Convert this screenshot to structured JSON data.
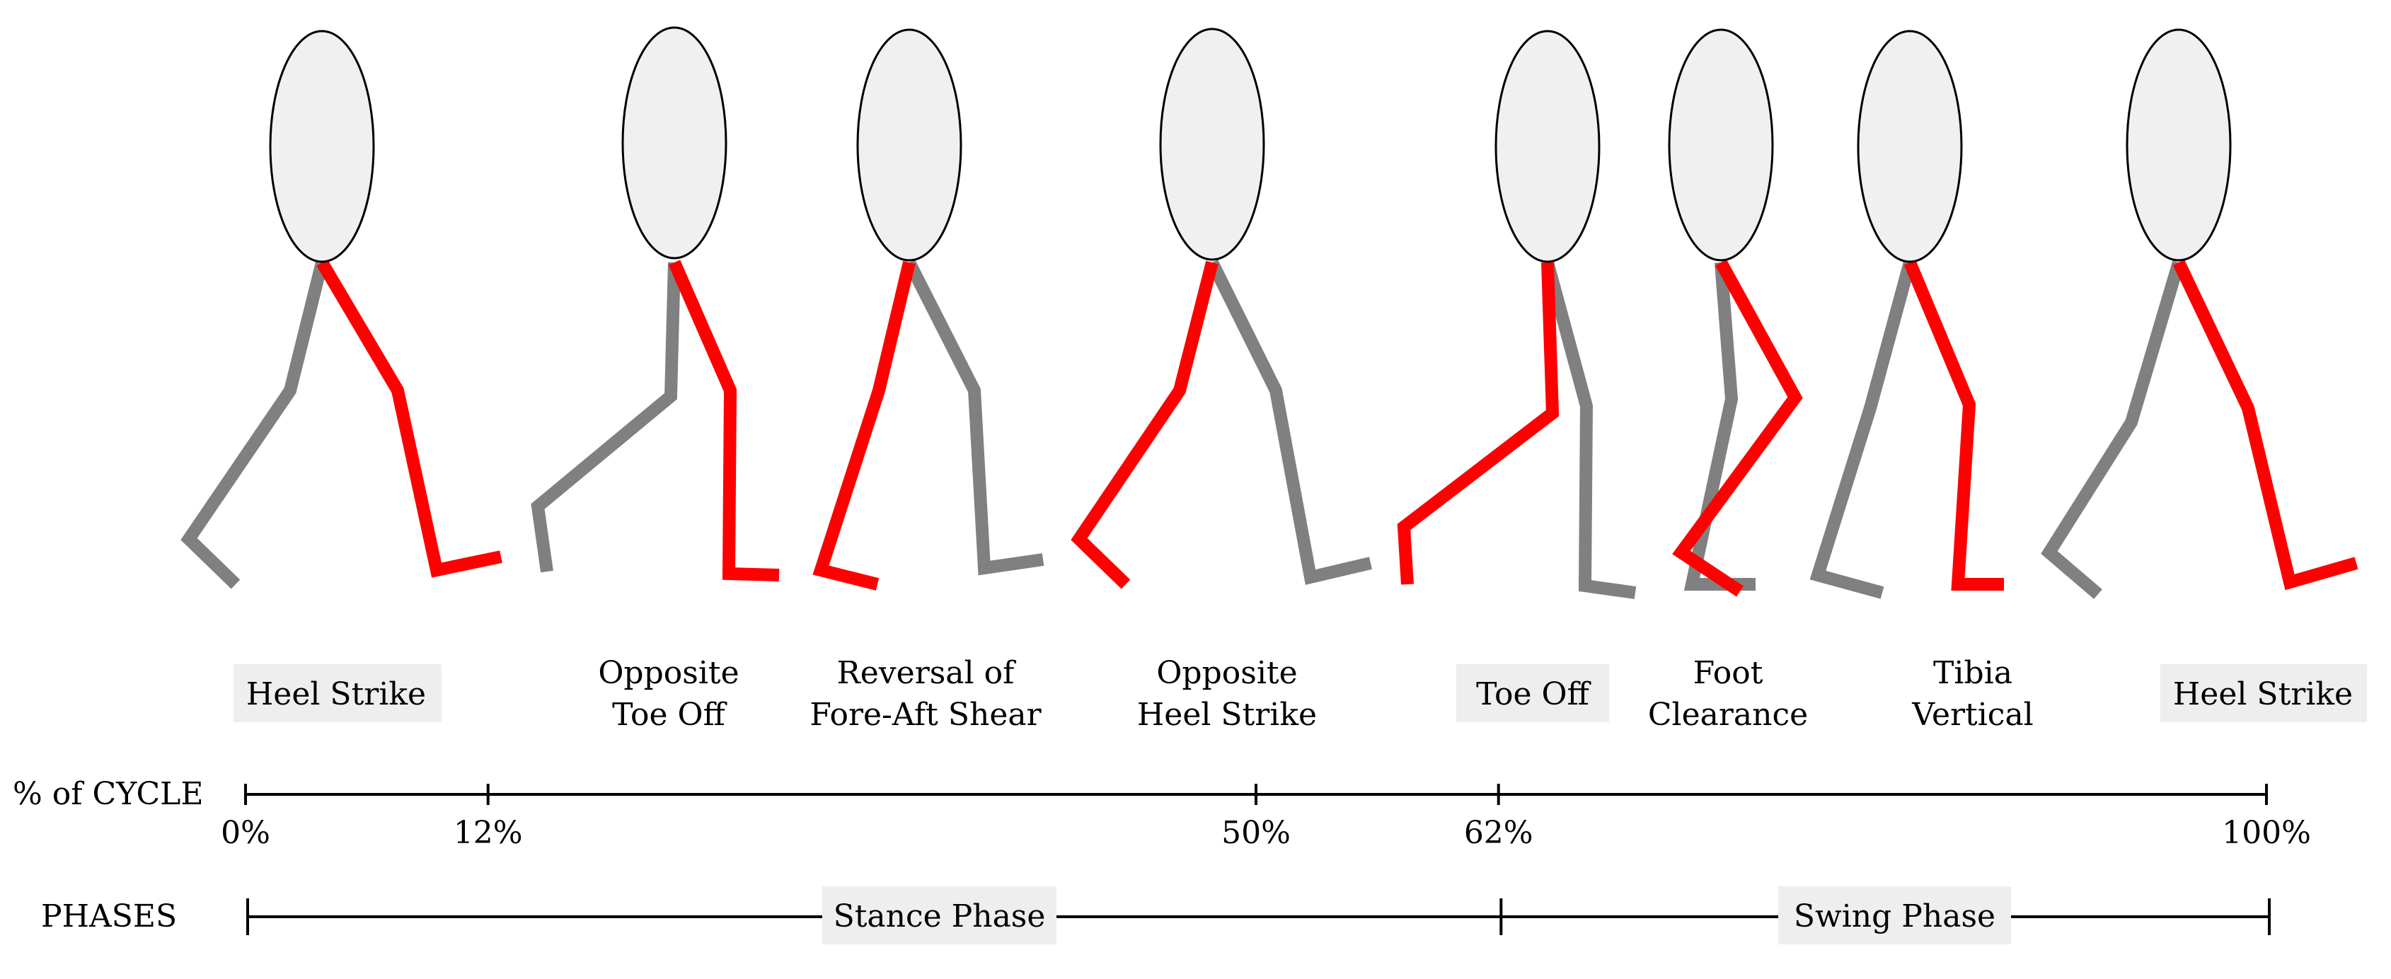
{
  "colors": {
    "stance_leg": "#ff0000",
    "swing_leg": "#808080",
    "head_fill": "#f0f0f0",
    "head_stroke": "#000000",
    "label_box": "#eeeeee",
    "axis": "#000000"
  },
  "events": [
    {
      "id": "heel-strike-start",
      "lines": [
        "Heel Strike"
      ],
      "boxed": true
    },
    {
      "id": "opposite-toe-off",
      "lines": [
        "Opposite",
        "Toe Off"
      ],
      "boxed": false
    },
    {
      "id": "reversal-fore-aft-shear",
      "lines": [
        "Reversal of",
        "Fore-Aft Shear"
      ],
      "boxed": false
    },
    {
      "id": "opposite-heel-strike",
      "lines": [
        "Opposite",
        "Heel Strike"
      ],
      "boxed": false
    },
    {
      "id": "toe-off",
      "lines": [
        "Toe Off"
      ],
      "boxed": true
    },
    {
      "id": "foot-clearance",
      "lines": [
        "Foot",
        "Clearance"
      ],
      "boxed": false
    },
    {
      "id": "tibia-vertical",
      "lines": [
        "Tibia",
        "Vertical"
      ],
      "boxed": false
    },
    {
      "id": "heel-strike-end",
      "lines": [
        "Heel Strike"
      ],
      "boxed": true
    }
  ],
  "cycle_axis": {
    "label": "% of CYCLE",
    "ticks": [
      "0%",
      "12%",
      "50%",
      "62%",
      "100%"
    ],
    "tick_values": [
      0,
      12,
      50,
      62,
      100
    ]
  },
  "phases_axis": {
    "label": "PHASES",
    "phases": [
      {
        "name": "Stance Phase",
        "start": 0,
        "end": 62
      },
      {
        "name": "Swing Phase",
        "start": 62,
        "end": 100
      }
    ]
  }
}
